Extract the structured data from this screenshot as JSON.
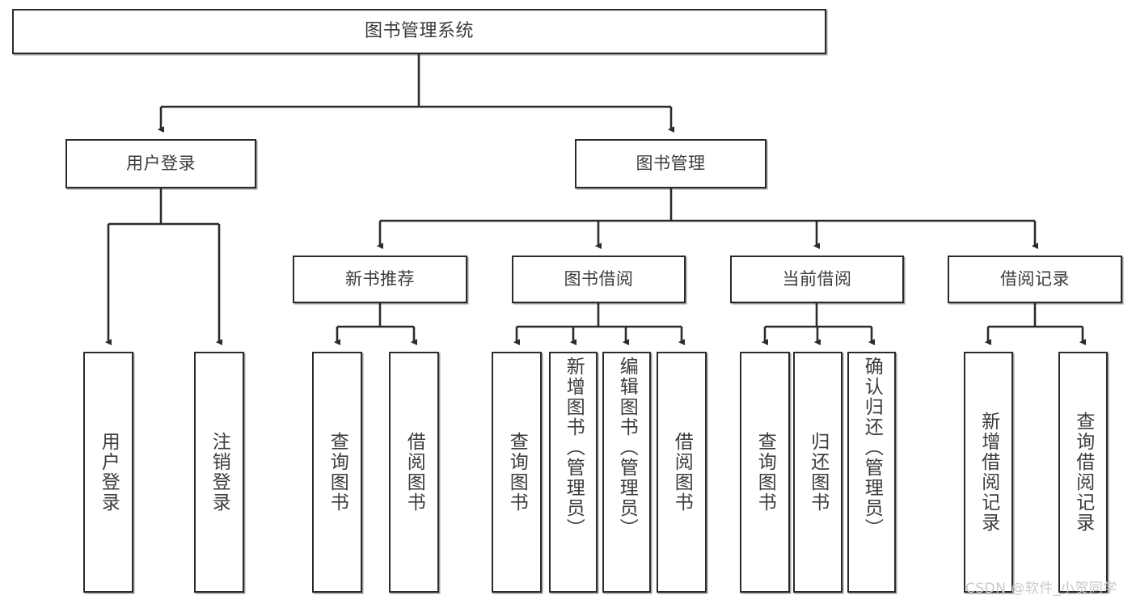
{
  "diagram": {
    "title": "图书管理系统",
    "type": "hierarchy-tree",
    "watermark": "CSDN @软件_小贺同学",
    "colors": {
      "border": "#2b2b2b",
      "text": "#3c3c3c",
      "background": "#ffffff",
      "edge": "#2b2b2b",
      "watermark": "#c9c9c9"
    },
    "nodes": {
      "root": {
        "label": "图书管理系统"
      },
      "level2": [
        {
          "id": "user-login",
          "label": "用户登录"
        },
        {
          "id": "book-manage",
          "label": "图书管理"
        }
      ],
      "level3": [
        {
          "id": "new-book-recommend",
          "label": "新书推荐"
        },
        {
          "id": "book-borrow",
          "label": "图书借阅"
        },
        {
          "id": "current-borrow",
          "label": "当前借阅"
        },
        {
          "id": "borrow-record",
          "label": "借阅记录"
        }
      ],
      "leaves": {
        "user_login": [
          {
            "id": "leaf-user-login",
            "label": "用户登录"
          },
          {
            "id": "leaf-logout",
            "label": "注销登录"
          }
        ],
        "new_book_recommend": [
          {
            "id": "leaf-query-book-1",
            "label": "查询图书"
          },
          {
            "id": "leaf-borrow-book-1",
            "label": "借阅图书"
          }
        ],
        "book_borrow": [
          {
            "id": "leaf-query-book-2",
            "label": "查询图书"
          },
          {
            "id": "leaf-add-book",
            "label": "新增图书（管理员）"
          },
          {
            "id": "leaf-edit-book",
            "label": "编辑图书（管理员）"
          },
          {
            "id": "leaf-borrow-book-2",
            "label": "借阅图书"
          }
        ],
        "current_borrow": [
          {
            "id": "leaf-query-book-3",
            "label": "查询图书"
          },
          {
            "id": "leaf-return-book",
            "label": "归还图书"
          },
          {
            "id": "leaf-confirm-return",
            "label": "确认归还（管理员）"
          }
        ],
        "borrow_record": [
          {
            "id": "leaf-add-record",
            "label": "新增借阅记录"
          },
          {
            "id": "leaf-query-record",
            "label": "查询借阅记录"
          }
        ]
      }
    }
  }
}
